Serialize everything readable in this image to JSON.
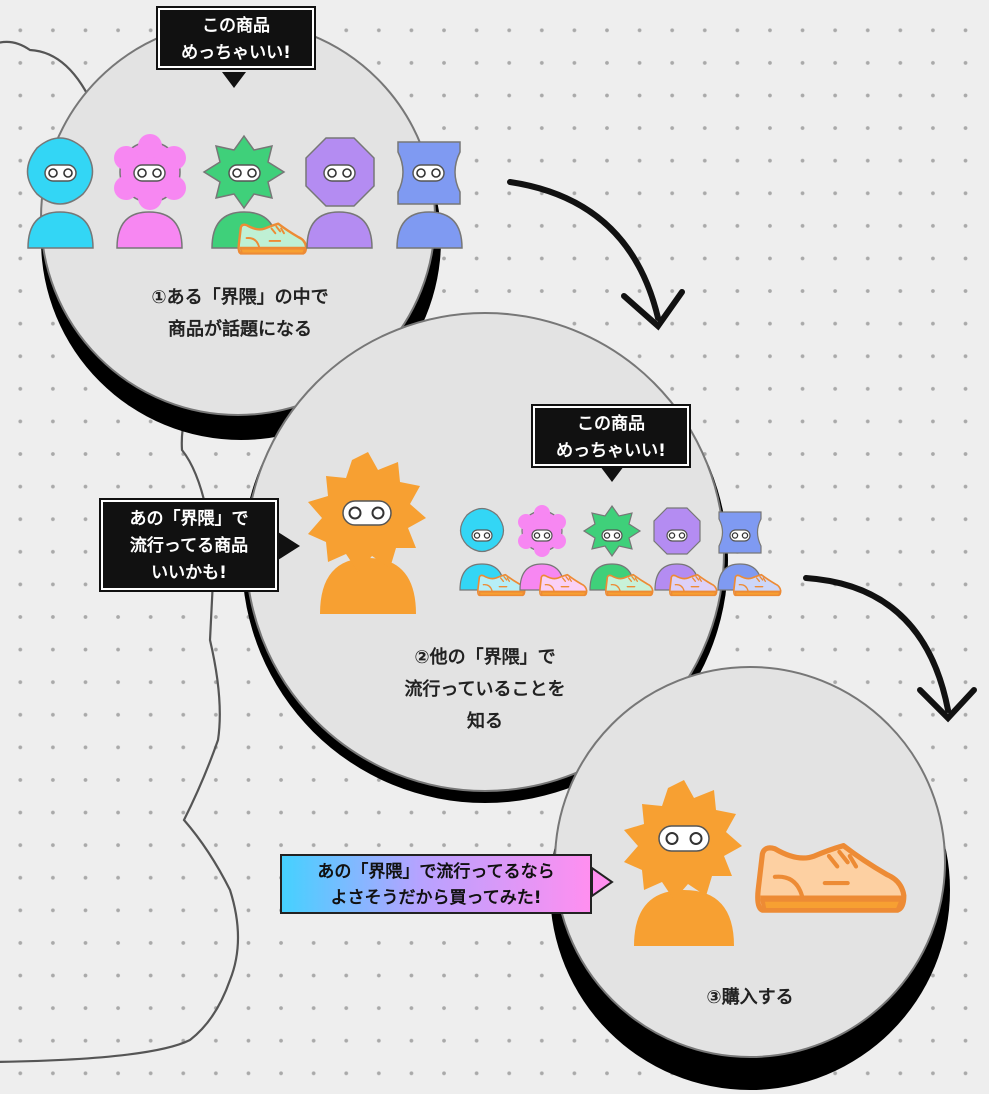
{
  "colors": {
    "background": "#eeeeee",
    "circle_fill": "#e3e3e3",
    "shadow": "#000000",
    "cyan": "#33d6f5",
    "pink": "#f787f2",
    "green": "#3fd07a",
    "purple": "#b48cf2",
    "blue": "#7f9af2",
    "orange": "#f7a032",
    "shoe": "#fdd0a2"
  },
  "steps": [
    {
      "caption_lines": [
        "①ある「界隈」の中で",
        "商品が話題になる"
      ],
      "bubble_lines": [
        "この商品",
        "めっちゃいい!"
      ]
    },
    {
      "caption_lines": [
        "②他の「界隈」で",
        "流行っていることを",
        "知る"
      ],
      "bubble_lines": [
        "この商品",
        "めっちゃいい!"
      ],
      "left_bubble_lines": [
        "あの「界隈」で",
        "流行ってる商品",
        "いいかも!"
      ]
    },
    {
      "caption_lines": [
        "③購入する"
      ],
      "bubble_lines": [
        "あの「界隈」で流行ってるなら",
        "よさそうだから買ってみた!"
      ]
    }
  ],
  "icons": {
    "person": "person-icon",
    "shoe": "sneaker-icon",
    "arrow": "curved-arrow-icon"
  }
}
